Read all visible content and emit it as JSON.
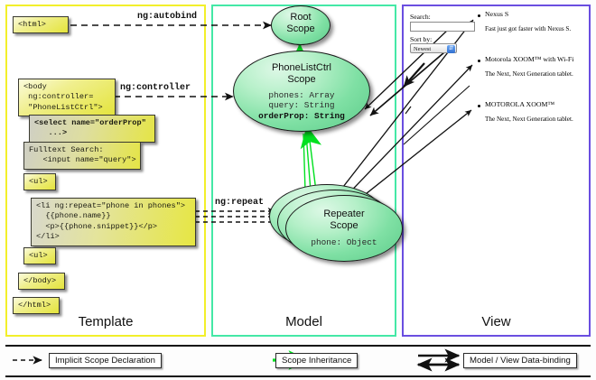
{
  "diagram": {
    "title": "AngularJS Template / Model / View data-binding diagram",
    "colors": {
      "template_border": "#f2ef2a",
      "model_border": "#44e8a6",
      "view_border": "#6a4ee0",
      "scope_fill": "#7fe0a4",
      "code_box_fill": "#e4e43c",
      "inheritance_arrow": "#00e020"
    }
  },
  "panels": {
    "template": {
      "label": "Template",
      "boxes": [
        {
          "id": "html-open",
          "text": "<html>"
        },
        {
          "id": "body-open",
          "text": "<body\n ng:controller=\n \"PhoneListCtrl\">"
        },
        {
          "id": "select",
          "text": "<select name=\"orderProp\"\n   ...>"
        },
        {
          "id": "fulltext",
          "text": "Fulltext Search:\n   <input name=\"query\">"
        },
        {
          "id": "ul-open",
          "text": "<ul>"
        },
        {
          "id": "li-repeat",
          "text": "<li ng:repeat=\"phone in phones\">\n  {{phone.name}}\n  <p>{{phone.snippet}}</p>\n</li>"
        },
        {
          "id": "ul-close",
          "text": "<ul>"
        },
        {
          "id": "body-close",
          "text": "</body>"
        },
        {
          "id": "html-close",
          "text": "</html>"
        }
      ]
    },
    "model": {
      "label": "Model",
      "scopes": [
        {
          "id": "root-scope",
          "title": "Root\nScope",
          "props": []
        },
        {
          "id": "phonelist-scope",
          "title": "PhoneListCtrl\nScope",
          "props": [
            "phones: Array",
            "query: String",
            "orderProp: String"
          ],
          "bold_prop": "orderProp: String"
        },
        {
          "id": "repeater-scope",
          "title": "Repeater\nScope",
          "props": [
            "phone: Object"
          ]
        }
      ]
    },
    "view": {
      "label": "View",
      "search_label": "Search:",
      "search_value": "",
      "sort_label": "Sort by:",
      "sort_value": "Newest",
      "phones": [
        {
          "name": "Nexus S",
          "snippet": "Fast just got faster with Nexus S."
        },
        {
          "name": "Motorola XOOM™ with Wi-Fi",
          "snippet": "The Next, Next Generation tablet."
        },
        {
          "name": "MOTOROLA XOOM™",
          "snippet": "The Next, Next Generation tablet."
        }
      ]
    }
  },
  "edge_labels": {
    "autobind": "ng:autobind",
    "controller": "ng:controller",
    "repeat": "ng:repeat"
  },
  "legend": [
    {
      "id": "implicit",
      "label": "Implicit Scope Declaration",
      "style": "dashed-arrow"
    },
    {
      "id": "inheritance",
      "label": "Scope Inheritance",
      "style": "green-arrow"
    },
    {
      "id": "databinding",
      "label": "Model / View Data-binding",
      "style": "double-arrow"
    }
  ]
}
